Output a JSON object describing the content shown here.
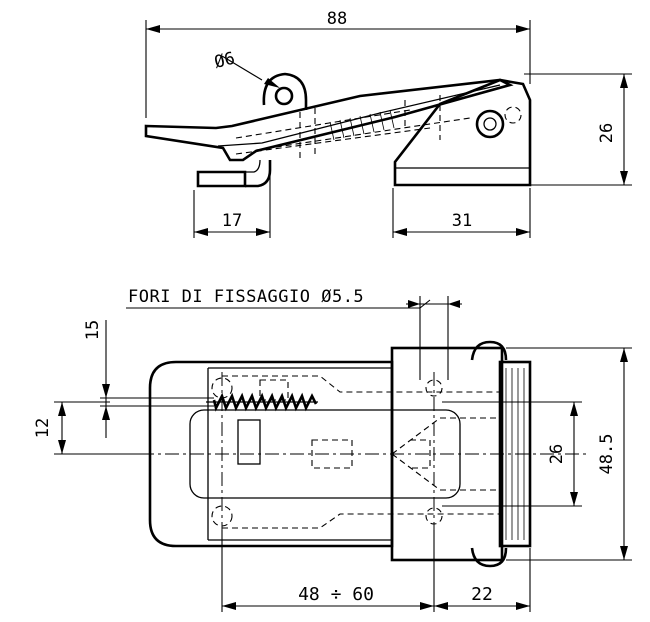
{
  "side_view": {
    "overall_length": "88",
    "hole_diameter": "Ø6",
    "height": "26",
    "hook_length": "17",
    "base_length": "31"
  },
  "top_view": {
    "note": "FORI DI FISSAGGIO Ø5.5",
    "offset_small": "15",
    "offset": "12",
    "hole_spacing": "26",
    "width": "48.5",
    "adjust_range": "48 ÷ 60",
    "base_width": "22"
  }
}
